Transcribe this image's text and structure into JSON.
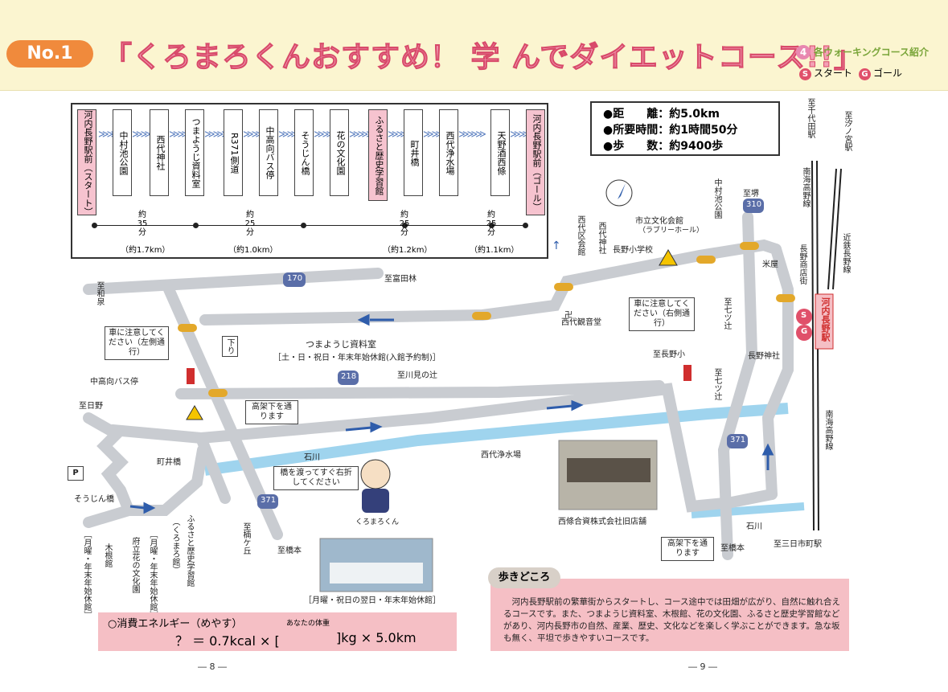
{
  "header": {
    "badge": "No.1",
    "title": "「くろまろくんおすすめ！ 学 んでダイエットコース!!」",
    "category_num": "4",
    "category": "各ウォーキングコース紹介",
    "legend_start_mark": "S",
    "legend_start": "スタート",
    "legend_goal_mark": "G",
    "legend_goal": "ゴール"
  },
  "route": {
    "stops": [
      "河内長野駅前（スタート）",
      "中村池公園",
      "西代神社",
      "つまようじ資料室",
      "R371側道",
      "中高向バス停",
      "そうじん橋",
      "花の文化園",
      "ふるさと歴史学習館",
      "町井橋",
      "西代浄水場",
      "天野酒西條",
      "河内長野駅前（ゴール）"
    ],
    "mm": "≫≫≫",
    "segments": [
      {
        "t": "約35分",
        "d": "（約1.7km）"
      },
      {
        "t": "約25分",
        "d": "（約1.0km）"
      },
      {
        "t": "約25分",
        "d": "（約1.2km）"
      },
      {
        "t": "約25分",
        "d": "（約1.1km）"
      }
    ]
  },
  "info": {
    "dist": "●距　　離：約5.0km",
    "time": "●所要時間：約1時間50分",
    "steps": "●歩　　数：約9400歩"
  },
  "map": {
    "r170": "170",
    "r218": "218",
    "r310": "310",
    "r371a": "371",
    "r371b": "371",
    "to_tondabayashi": "至富田林",
    "to_izumi": "至和泉",
    "to_hino": "至日野",
    "to_kawaminoshi": "至川見の辻",
    "to_sakai": "至堺",
    "to_nanamagari": "至七ツ辻",
    "to_nanamagari2": "至七ツ辻",
    "to_nagano_sho": "至長野小",
    "to_kusunokigaoka": "至楠ケ丘",
    "to_hashimoto": "至橋本",
    "to_hashimoto2": "至橋本",
    "to_chiyoda": "至千代田駅",
    "to_shionomiya": "至汐ノ宮駅",
    "to_mikkaichi": "至三日市町駅",
    "nankai1": "南海高野線",
    "nankai2": "南海高野線",
    "kintetsu": "近鉄長野線",
    "station": "河内長野駅",
    "s_mark": "S",
    "g_mark": "G",
    "nishi_kumin": "西代区会館",
    "nishi_jinja": "西代神社",
    "nagano_sho": "長野小学校",
    "bunka_kaikan": "市立文化会館",
    "lovely_hall": "（ラブリーホール）",
    "nakamura": "中村池公園",
    "nishi_kannon": "西代観音堂",
    "nagano_jinja": "長野神社",
    "nagano_shoten": "長野商店街",
    "kome": "米屋",
    "car1": "車に注意してください（左側通行）",
    "car2": "車に注意してください（右側通行）",
    "tsumayouji": "つまようじ資料室",
    "tsuma_hours": "［土・日・祝日・年末年始休館(入館予約制)］",
    "kudari": "下り",
    "nakatakamuki": "中高向バス停",
    "koukashita1": "高架下を通ります",
    "koukashita2": "高架下を通ります",
    "machii": "町井橋",
    "ishikawa1": "石川",
    "ishikawa2": "石川",
    "hashi": "橋を渡ってすぐ右折してください",
    "josui": "西代浄水場",
    "saijo": "西條合資株式会社旧店舗",
    "soujin": "そうじん橋",
    "kinei": "木根館",
    "kinei_hours": "［月曜・年末年始休館］",
    "hana": "府立花の文化園",
    "hana_hours": "［月曜・年末年始休館］",
    "furusato": "ふるさと歴史学習館",
    "kuromaro_kan": "（くろまろ館）",
    "kyukan": "［月曜・祝日の翌日・年末年始休館］",
    "kuromaro": "くろまろくん",
    "parking": "P",
    "manji": "卍",
    "up": "↑"
  },
  "calorie": {
    "label": "○消費エネルギー（めやす）",
    "weight_label": "あなたの体重",
    "formula_a": "？ ＝ 0.7kcal × [",
    "formula_b": "]kg × 5.0km"
  },
  "walk": {
    "tag": "歩きどころ",
    "text": "　河内長野駅前の繁華街からスタートし、コース途中では田畑が広がり、自然に触れ合えるコースです。また、つまようじ資料室、木根館、花の文化園、ふるさと歴史学習館などがあり、河内長野市の自然、産業、歴史、文化などを楽しく学ぶことができます。急な坂も無く、平坦で歩きやすいコースです。"
  },
  "pages": {
    "left": "― 8 ―",
    "right": "― 9 ―"
  },
  "colors": {
    "road": "#c9ccd1",
    "river": "#9fd4ee",
    "arrow": "#2f5dab",
    "pink": "#f5bfc5"
  }
}
